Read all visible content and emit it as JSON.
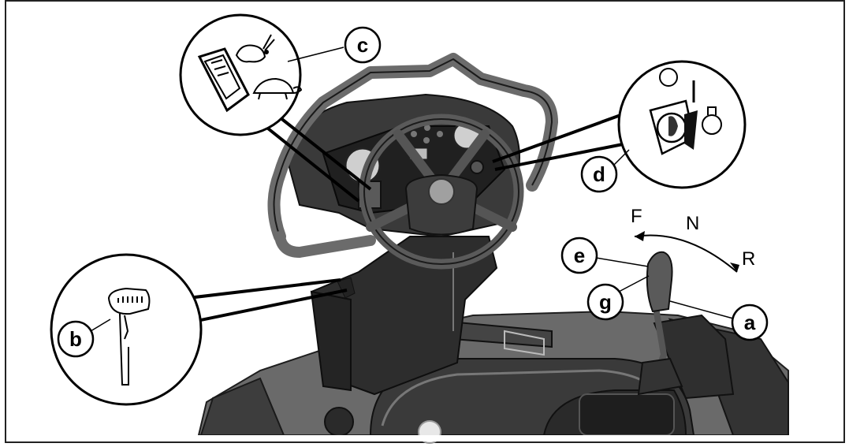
{
  "callouts": {
    "a": "a",
    "b": "b",
    "c": "c",
    "d": "d",
    "e": "e",
    "g": "g"
  },
  "directions": {
    "forward": "F",
    "neutral": "N",
    "reverse": "R"
  },
  "icons": {
    "speed_fast": "rabbit-icon",
    "speed_slow": "turtle-icon",
    "ignition_key": "key-switch-icon",
    "throttle_lever": "lever-icon"
  },
  "colors": {
    "outline": "#000000",
    "machine_dark": "#2b2b2b",
    "machine_mid": "#4a4a4a",
    "machine_light": "#8a8a8a",
    "background": "#ffffff"
  }
}
